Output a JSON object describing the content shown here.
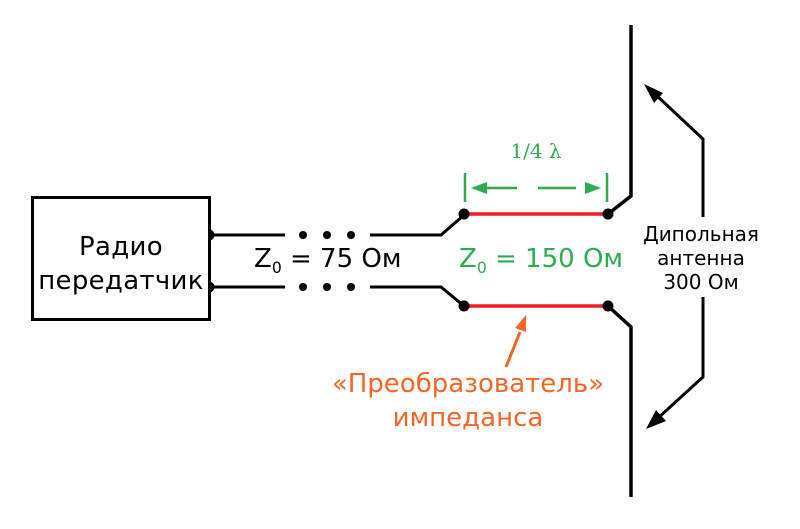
{
  "title": "Quarter-wave impedance transformer diagram",
  "colors": {
    "line": "#000000",
    "red": "#ee1d23",
    "green": "#2faa4f",
    "orange": "#f26728",
    "background": "#ffffff"
  },
  "transmitter": {
    "line1": "Радио",
    "line2": "передатчик"
  },
  "feedline_label": {
    "z": "Z",
    "sub": "0",
    "rest": " = 75 Ом"
  },
  "transformer_label": {
    "z": "Z",
    "sub": "0",
    "rest": " = 150 Ом"
  },
  "dimension": {
    "label": "1/4 λ"
  },
  "antenna": {
    "line1": "Дипольная",
    "line2": "антенна",
    "line3": "300 Ом"
  },
  "callout": {
    "line1": "«Преобразователь»",
    "line2": "импеданса"
  }
}
